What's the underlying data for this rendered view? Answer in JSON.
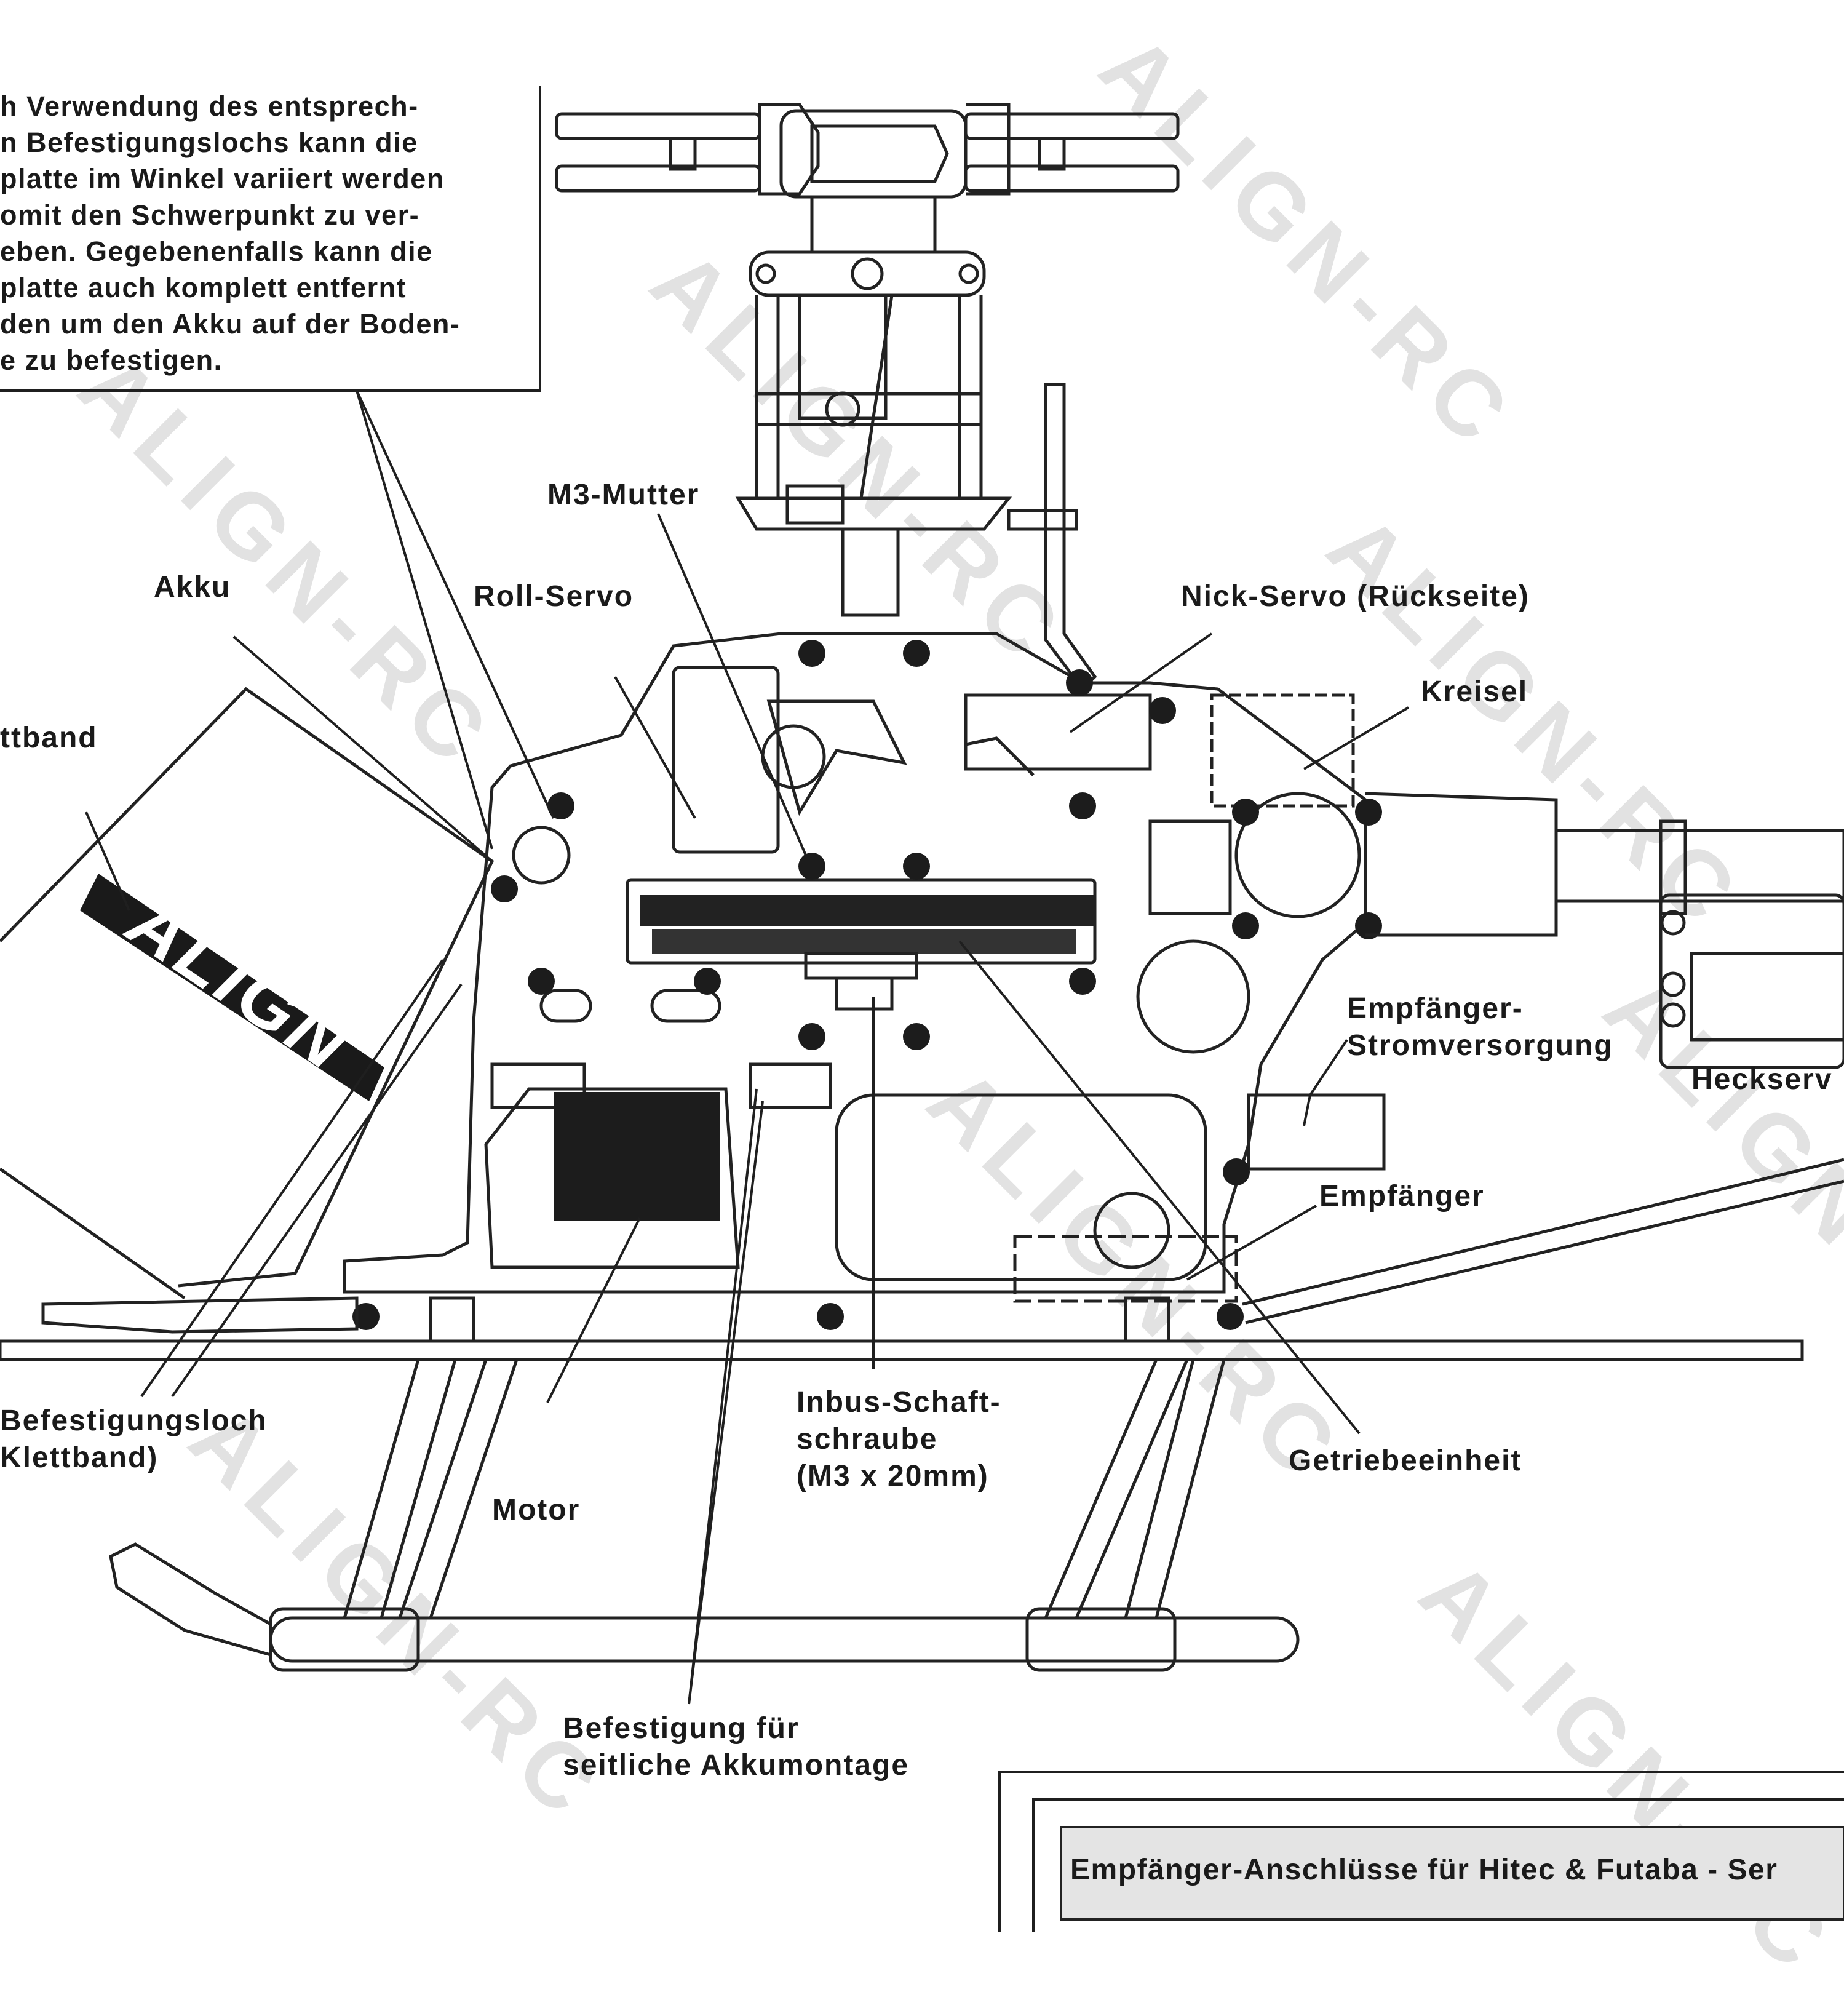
{
  "diagram": {
    "info_note": {
      "lines": [
        "h Verwendung des entsprech-",
        "n Befestigungslochs kann die",
        "platte im Winkel variiert werden",
        "omit den Schwerpunkt zu ver-",
        "eben. Gegebenenfalls kann die",
        "platte auch komplett entfernt",
        "den um den Akku auf der Boden-",
        "e zu befestigen."
      ]
    },
    "labels": {
      "akku": "Akku",
      "klettband": "ttband",
      "roll_servo": "Roll-Servo",
      "m3_mutter": "M3-Mutter",
      "nick_servo": "Nick-Servo (Rückseite)",
      "kreisel": "Kreisel",
      "empfaenger_strom_1": "Empfänger-",
      "empfaenger_strom_2": "Stromversorgung",
      "heckservo": "Heckserv",
      "empfaenger": "Empfänger",
      "befestigungsloch_1": "Befestigungsloch",
      "befestigungsloch_2": "Klettband)",
      "motor": "Motor",
      "inbus_1": "Inbus-Schaft-",
      "inbus_2": "schraube",
      "inbus_3": "(M3 x 20mm)",
      "getriebe": "Getriebeeinheit",
      "seitlich_1": "Befestigung für",
      "seitlich_2": "seitliche Akkumontage"
    },
    "battery_logo": "ALIGN",
    "watermark": "ALIGN-RC",
    "footer_title": "Empfänger-Anschlüsse für Hitec & Futaba - Ser"
  }
}
